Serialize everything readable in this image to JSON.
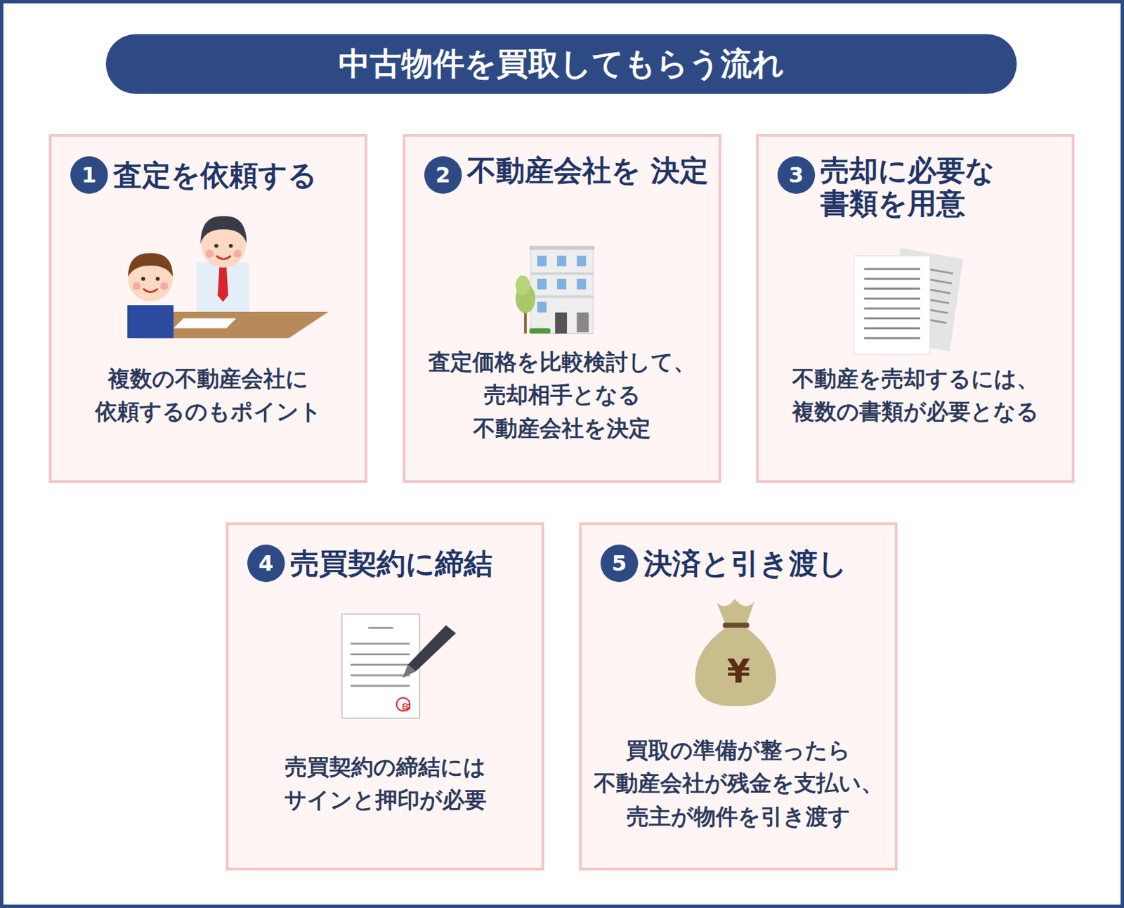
{
  "diagram": {
    "title": "中古物件を買取してもらう流れ",
    "nodes": [
      {
        "text": [
          "査定を依頼する",
          "複数の不動産会社に 依頼するのもポイント"
        ]
      },
      {
        "text": [
          "不動産会社を 決定",
          "査定価格を比較検討して、 売却相手となる 不動産会社を決定"
        ]
      },
      {
        "text": [
          "売却に必要な 書類を用意",
          "不動産を売却するには、 複数の書類が必要となる"
        ]
      },
      {
        "text": [
          "売買契約に締結",
          "売買契約の締結には サインと押印が必要"
        ]
      },
      {
        "text": [
          "決済と引き渡し",
          "買取の準備が整ったら 不動産会社が残金を支払い、 売主が物件を引き渡す"
        ]
      }
    ],
    "labels": [
      "1",
      "2",
      "3",
      "4",
      "5",
      "印",
      "¥"
    ]
  }
}
